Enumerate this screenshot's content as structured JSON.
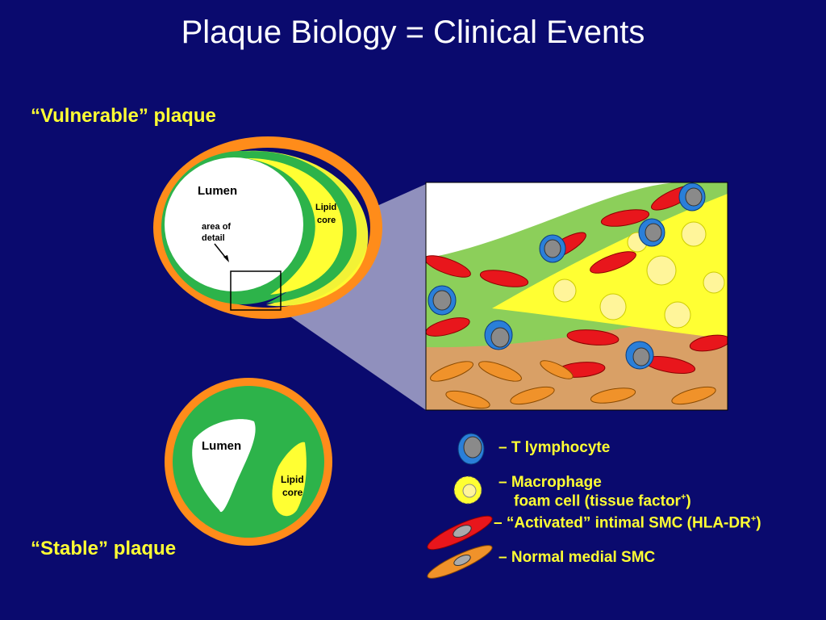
{
  "title": "Plaque Biology = Clinical Events",
  "vulnerable": {
    "heading": "“Vulnerable” plaque",
    "lumen": "Lumen",
    "lipid_line1": "Lipid",
    "lipid_line2": "core",
    "detail_line1": "area of",
    "detail_line2": "detail"
  },
  "stable": {
    "heading": "“Stable” plaque",
    "lumen": "Lumen",
    "lipid_line1": "Lipid",
    "lipid_line2": "core"
  },
  "legend": {
    "t_lymphocyte": "– T lymphocyte",
    "macrophage_line1": "– Macrophage",
    "macrophage_line2": "foam cell (tissue factor",
    "macrophage_sup": "+",
    "macrophage_close": ")",
    "activated_smc": "– “Activated” intimal SMC (HLA-DR",
    "activated_sup": "+",
    "activated_close": ")",
    "normal_smc": "– Normal medial SMC"
  },
  "colors": {
    "background": "#0a0a6e",
    "adventitia": "#ff8c1a",
    "intima": "#2db34a",
    "lipid": "#ffff33",
    "lumen": "#ffffff",
    "activated_smc": "#e8161c",
    "t_cell": "#2a7fd9",
    "medial_smc": "#f0922a",
    "media_band": "#d9a066"
  }
}
